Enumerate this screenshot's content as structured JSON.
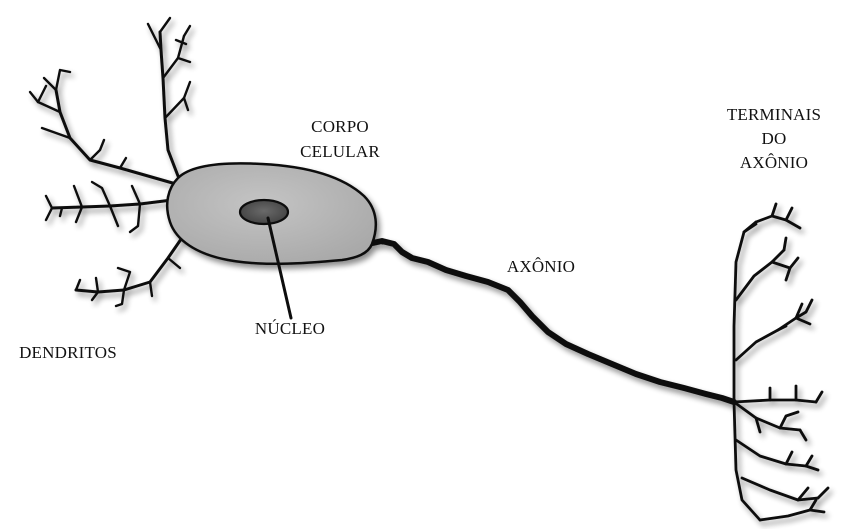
{
  "labels": {
    "corpo_line1": "CORPO",
    "corpo_line2": "CELULAR",
    "terminais_line1": "TERMINAIS",
    "terminais_line2": "DO",
    "terminais_line3": "AXÔNIO",
    "axonio": "AXÔNIO",
    "nucleo": "NÚCLEO",
    "dendritos": "DENDRITOS"
  },
  "colors": {
    "cell_body": "#b3b3b3",
    "nucleus": "#555555",
    "outline": "#0d0d0d",
    "background": "#ffffff"
  }
}
